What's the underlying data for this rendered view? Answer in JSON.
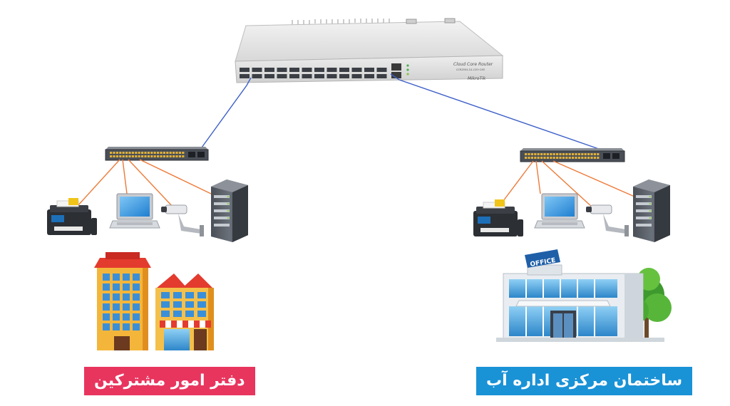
{
  "router": {
    "brand_line": "Cloud Core Router",
    "model_line": "CCR2004-1G-12S+2XS",
    "logo": "MikroTik"
  },
  "buildings": {
    "right_sign": "OFFICE"
  },
  "labels": {
    "left": "دفتر امور مشترکین",
    "right": "ساختمان مرکزی اداره آب"
  },
  "colors": {
    "left_label_bg": "#e8355e",
    "right_label_bg": "#1a92d6",
    "uplink": "#3d5fc8",
    "lan_link": "#ee7a38"
  }
}
